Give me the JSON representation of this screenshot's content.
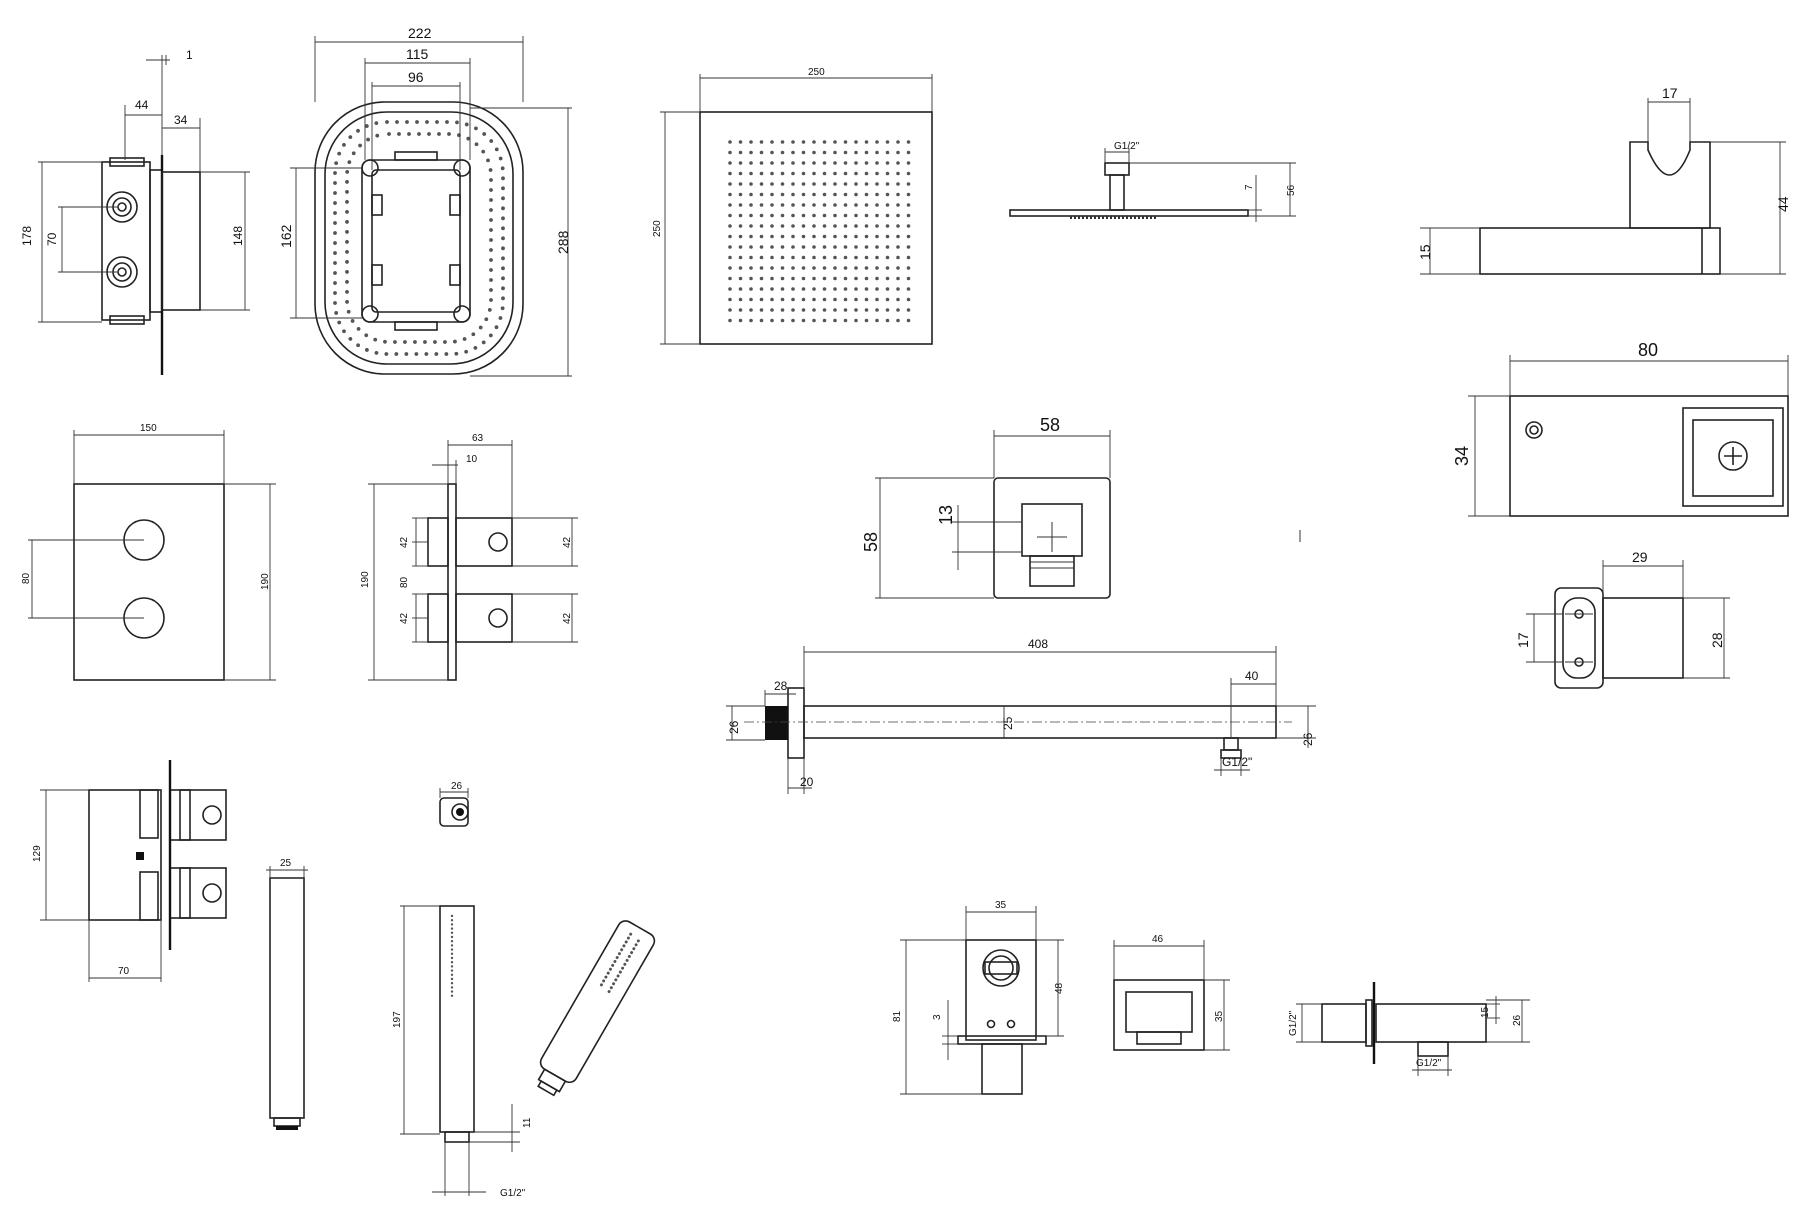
{
  "labels": {
    "valve_side": {
      "top": "1",
      "w44": "44",
      "w34": "34",
      "h178": "178",
      "h70": "70",
      "h148": "148"
    },
    "valve_front": {
      "w222": "222",
      "w115": "115",
      "w96": "96",
      "h162": "162",
      "h288": "288"
    },
    "head_top": {
      "w250": "250",
      "h250": "250"
    },
    "head_side": {
      "thread": "G1/2\"",
      "h7": "7",
      "h56": "56"
    },
    "holder_side": {
      "w17": "17",
      "h44": "44",
      "h15": "15"
    },
    "holder_top": {
      "w80": "80",
      "h34": "34"
    },
    "plate_front": {
      "w150": "150",
      "h80": "80",
      "h190": "190"
    },
    "plate_side": {
      "w63": "63",
      "w10": "10",
      "h190": "190",
      "a42": "42",
      "a80": "80",
      "b42": "42",
      "r42a": "42",
      "r42b": "42"
    },
    "outlet_front": {
      "w58": "58",
      "h58": "58",
      "h13": "13"
    },
    "outlet_small": {
      "w29": "29",
      "h17": "17",
      "h28": "28"
    },
    "arm": {
      "w408": "408",
      "w40": "40",
      "w28": "28",
      "h26a": "26",
      "h25": "25",
      "h26b": "26",
      "w20": "20",
      "thread": "G1/2\""
    },
    "valve_body": {
      "h129": "129",
      "w70": "70"
    },
    "hose_conn": {
      "w26": "26"
    },
    "handshower": {
      "w25": "25",
      "h197": "197",
      "h11": "11",
      "thread": "G1/2\""
    },
    "elbow": {
      "w35": "35",
      "h81": "81",
      "h48": "48",
      "h3": "3"
    },
    "wall_outlet": {
      "w46": "46",
      "h35": "35"
    },
    "bracket": {
      "thread_v": "G1/2\"",
      "h15": "15",
      "h26": "26",
      "thread_h": "G1/2\""
    }
  }
}
